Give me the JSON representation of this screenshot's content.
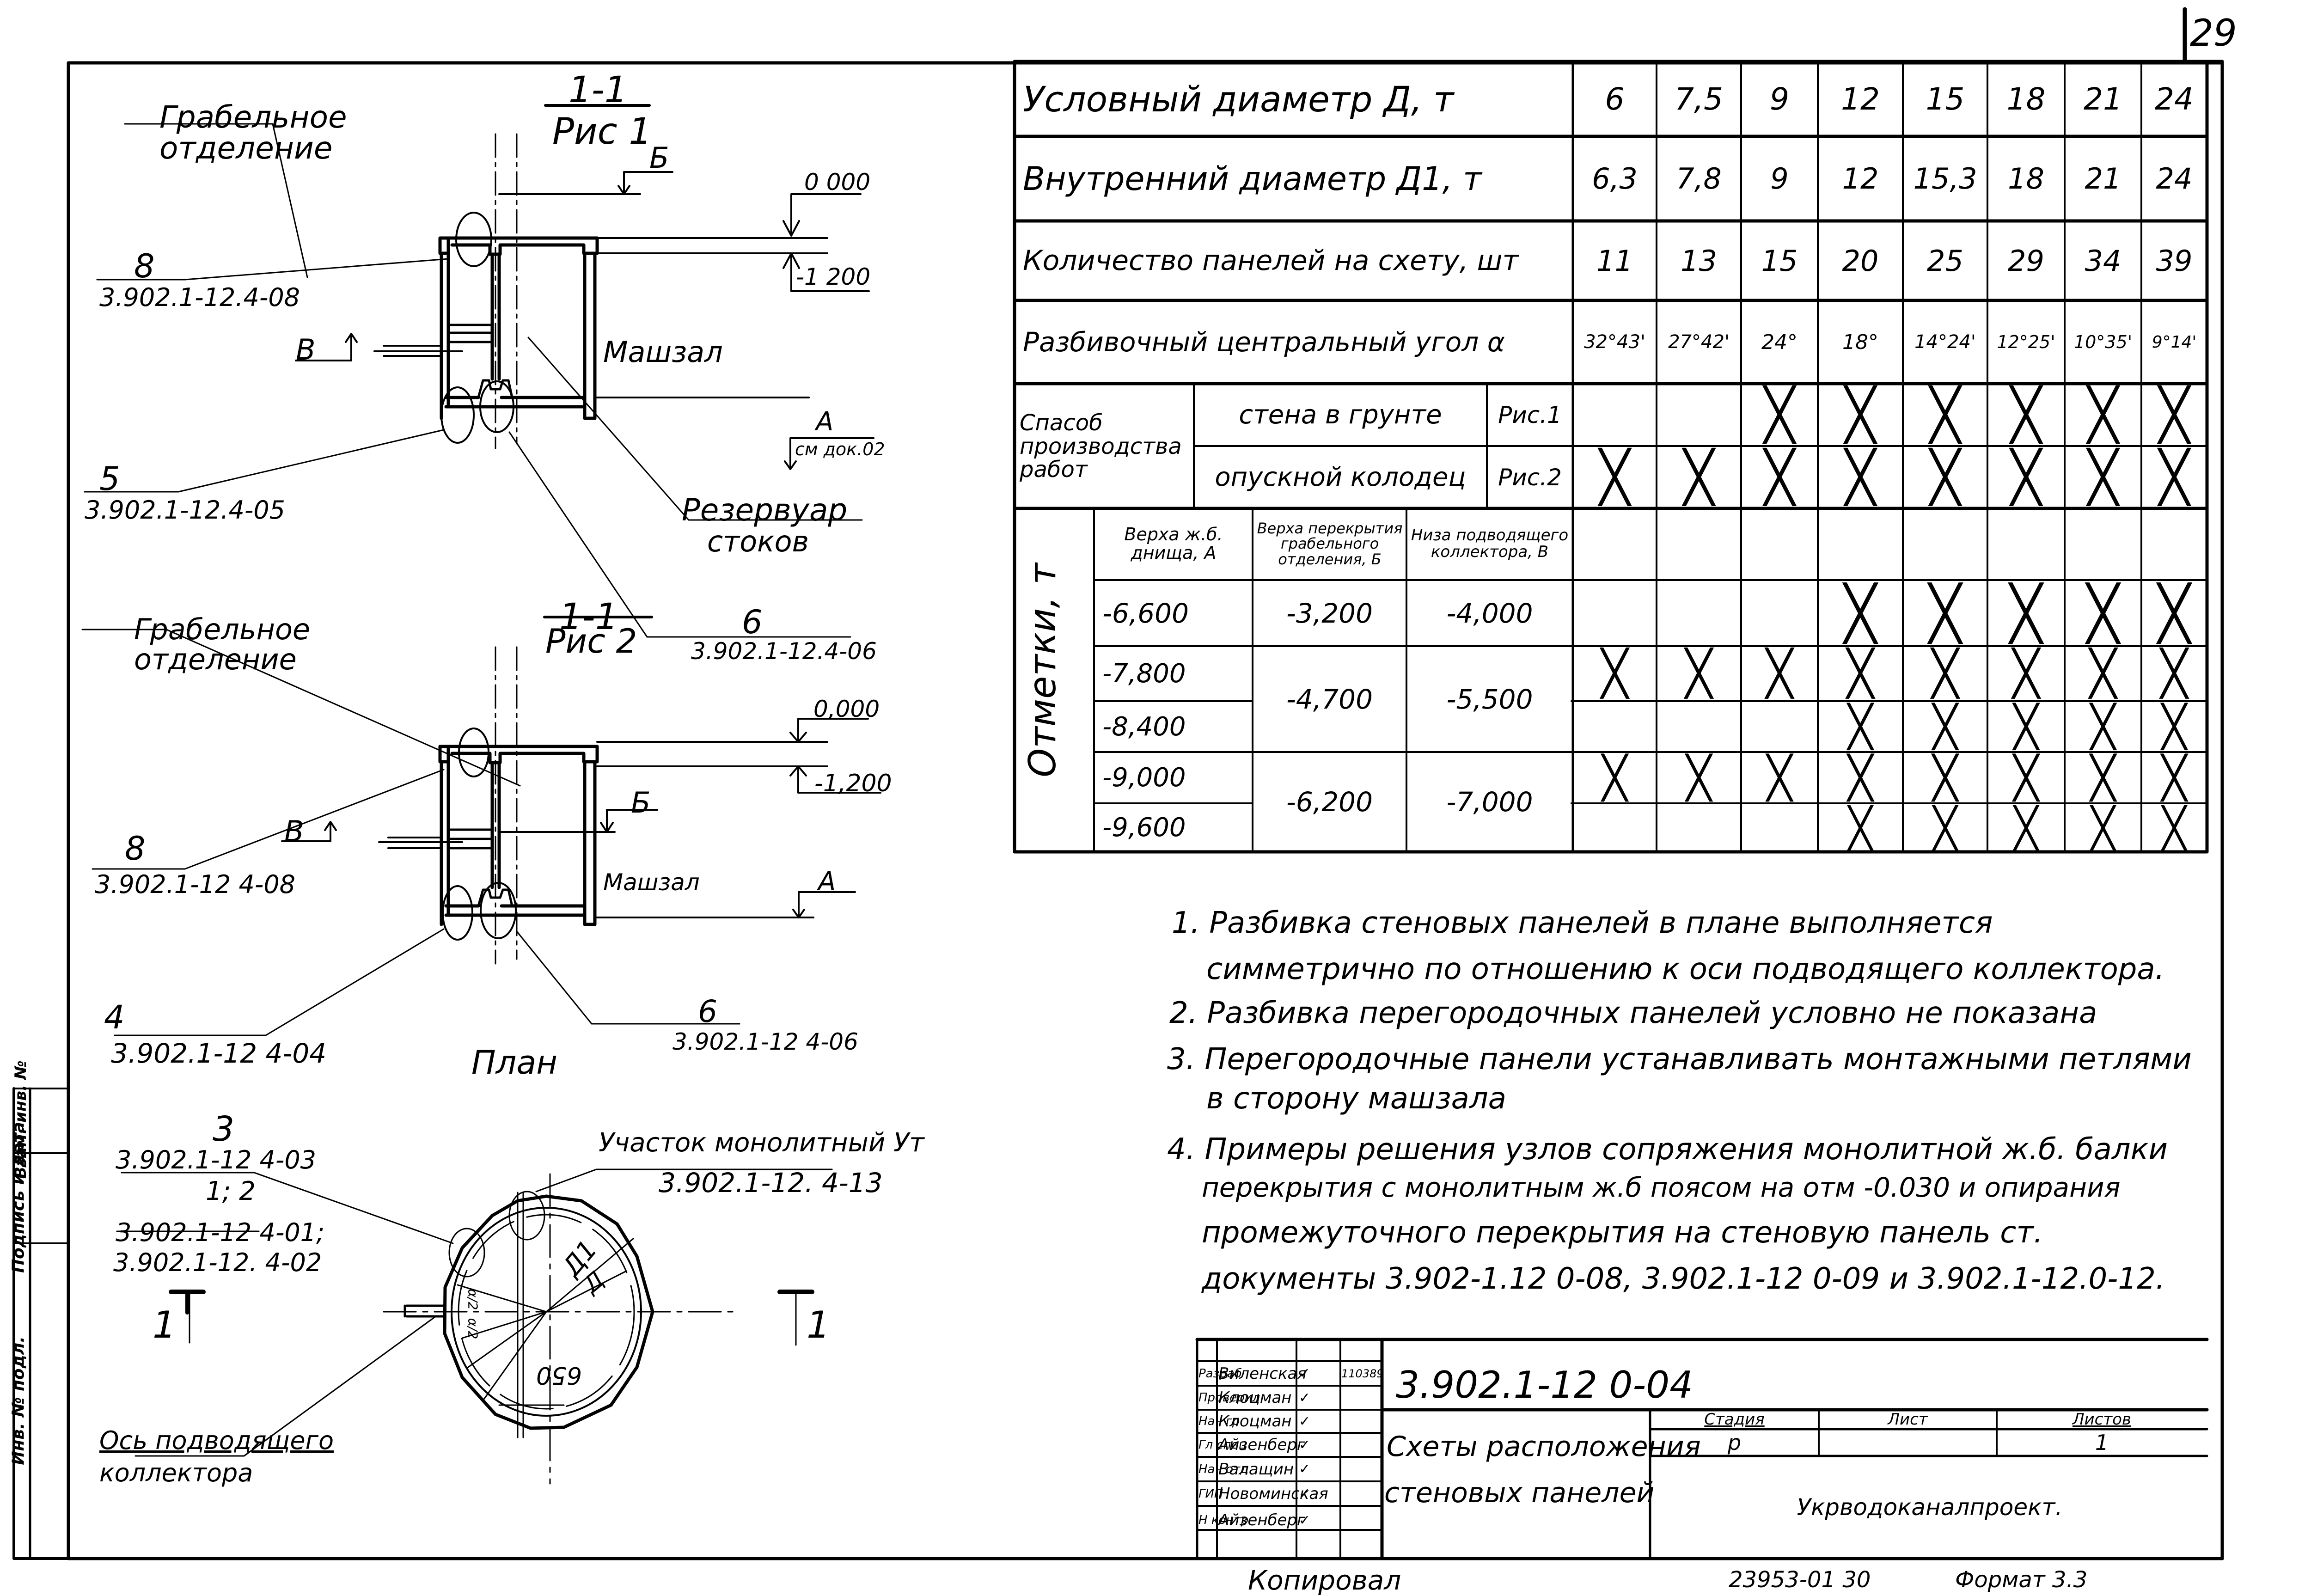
{
  "sheet": {
    "page_number": "29",
    "doc_code": "3.902.1-12  0-04",
    "title_line1": "Схеты расположения",
    "title_line2": "стеновых панелей",
    "stage_header": "Стадия",
    "sheet_header": "Лист",
    "sheets_header": "Листов",
    "stage_value": "р",
    "sheet_value": "",
    "sheets_value": "1",
    "organization": "Укрводоканалпроект.",
    "footer_copied": "Копировал",
    "footer_order": "23953-01   30",
    "footer_format": "Формат 3.3"
  },
  "margin_stamp": {
    "col1": "Инв. № подл.",
    "col2": "Подпись и дата",
    "col3": "Взам. инв. №"
  },
  "signatures": [
    {
      "role": "Разраб",
      "name": "Виленская",
      "sign": "✓",
      "date": "110389"
    },
    {
      "role": "Проверил",
      "name": "Клоцман",
      "sign": "✓",
      "date": ""
    },
    {
      "role": "Нач гр",
      "name": "Клоцман",
      "sign": "✓",
      "date": ""
    },
    {
      "role": "Гл спец",
      "name": "Айзенберг",
      "sign": "✓",
      "date": ""
    },
    {
      "role": "Нач отд",
      "name": "Валащин",
      "sign": "✓",
      "date": ""
    },
    {
      "role": "ГИП",
      "name": "Новоминская",
      "sign": "✓",
      "date": ""
    },
    {
      "role": "Н контр",
      "name": "Айзенберг",
      "sign": "✓",
      "date": ""
    }
  ],
  "table": {
    "rows": [
      {
        "label": "Условный диаметр Д, т",
        "values": [
          "6",
          "7,5",
          "9",
          "12",
          "15",
          "18",
          "21",
          "24"
        ]
      },
      {
        "label": "Внутренний диаметр Д1, т",
        "values": [
          "6,3",
          "7,8",
          "9",
          "12",
          "15,3",
          "18",
          "21",
          "24"
        ]
      },
      {
        "label": "Количество панелей на схету, шт",
        "values": [
          "11",
          "13",
          "15",
          "20",
          "25",
          "29",
          "34",
          "39"
        ]
      },
      {
        "label": "Разбивочный центральный угол α",
        "values": [
          "32°43'",
          "27°42'",
          "24°",
          "18°",
          "14°24'",
          "12°25'",
          "10°35'",
          "9°14'"
        ]
      }
    ],
    "method": {
      "group_label": "Спасоб производства работ",
      "rows": [
        {
          "label": "стена в грунте",
          "fig": "Рис.1",
          "marks": [
            false,
            false,
            true,
            true,
            true,
            true,
            true,
            true
          ]
        },
        {
          "label": "опускной колодец",
          "fig": "Рис.2",
          "marks": [
            true,
            true,
            true,
            true,
            true,
            true,
            true,
            true
          ]
        }
      ]
    },
    "elevations": {
      "group_label": "Отметки, т",
      "headers": [
        "Верха ж.б. днища, А",
        "Верха перекрытия грабельного отделения, Б",
        "Низа подводящего коллектора, В"
      ],
      "rows": [
        {
          "a": "-6,600",
          "b": "-3,200",
          "c": "-4,000",
          "marks": [
            false,
            false,
            false,
            true,
            true,
            true,
            true,
            true
          ]
        },
        {
          "a": "-7,800",
          "b": "-4,700",
          "c": "-5,500",
          "marks": [
            true,
            true,
            true,
            true,
            true,
            true,
            true,
            true
          ]
        },
        {
          "a": "-8,400",
          "b": "",
          "c": "",
          "marks": [
            false,
            false,
            false,
            true,
            true,
            true,
            true,
            true
          ]
        },
        {
          "a": "-9,000",
          "b": "-6,200",
          "c": "-7,000",
          "marks": [
            true,
            true,
            true,
            true,
            true,
            true,
            true,
            true
          ]
        },
        {
          "a": "-9,600",
          "b": "",
          "c": "",
          "marks": [
            false,
            false,
            false,
            true,
            true,
            true,
            true,
            true
          ]
        }
      ]
    },
    "mark_symbol": "╳"
  },
  "notes": [
    "1. Разбивка стеновых панелей в плане выполняется",
    "симметрично по отношению к оси подводящего коллектора.",
    "2. Разбивка перегородочных панелей условно не показана",
    "3. Перегородочные панели устанавливать монтажными петлями",
    "в сторону машзала",
    "4. Примеры решения узлов сопряжения монолитной ж.б. балки",
    "перекрытия с монолитным ж.б поясом на отм -0.030 и опирания",
    "промежуточного перекрытия на стеновую панель ст.",
    "документы 3.902-1.12 0-08,    3.902.1-12 0-09 и 3.902.1-12.0-12."
  ],
  "drawings": {
    "section1": {
      "title_top": "1-1",
      "title_bottom": "Рис 1",
      "label_grab_1": "Грабельное",
      "label_grab_2": "отделение",
      "label_hall": "Машзал",
      "label_tank_1": "Резервуар",
      "label_tank_2": "стоков",
      "elev_top": "0 000",
      "elev_slab": "-1 200",
      "mark_b": "Б",
      "mark_v": "В",
      "mark_a": "А",
      "mark_a_ref": "см док.02",
      "node8_num": "8",
      "node8_ref": "3.902.1-12.4-08",
      "node5_num": "5",
      "node5_ref": "3.902.1-12.4-05",
      "node6_num": "6",
      "node6_ref": "3.902.1-12.4-06"
    },
    "section2": {
      "title_top": "1-1",
      "title_bottom": "Рис 2",
      "label_grab_1": "Грабельное",
      "label_grab_2": "отделение",
      "label_hall": "Машзал",
      "elev_top": "0,000",
      "elev_slab": "-1,200",
      "mark_b": "Б",
      "mark_v": "В",
      "mark_a": "А",
      "node8_num": "8",
      "node8_ref": "3.902.1-12 4-08",
      "node4_num": "4",
      "node4_ref": "3.902.1-12 4-04",
      "node6_num": "6",
      "node6_ref": "3.902.1-12 4-06"
    },
    "plan": {
      "title": "План",
      "node3_num": "3",
      "node3_ref": "3.902.1-12 4-03",
      "node12_num": "1; 2",
      "node12_ref1": "3.902.1-12 4-01;",
      "node12_ref2": "3.902.1-12. 4-02",
      "mono_label": "Участок монолитный Ут",
      "mono_ref": "3.902.1-12. 4-13",
      "axis_label_1": "Ось подводящего",
      "axis_label_2": "коллектора",
      "dim_d1": "Д1",
      "dim_d": "Д",
      "dim_650": "650",
      "cut_left": "1",
      "cut_right": "1",
      "alpha_top": "α/2",
      "alpha_bottom": "α/2"
    }
  }
}
